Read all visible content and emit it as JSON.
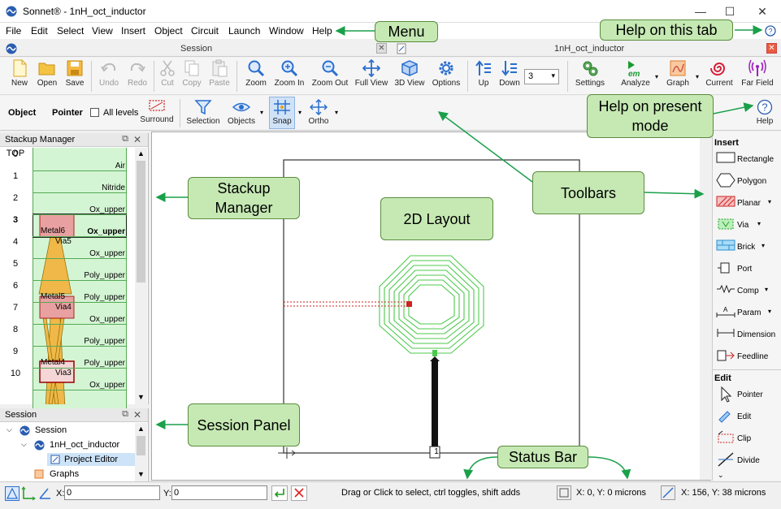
{
  "window": {
    "title": "Sonnet® - 1nH_oct_inductor",
    "min": "—",
    "max": "☐",
    "close": "✕"
  },
  "menu": [
    "File",
    "Edit",
    "Select",
    "View",
    "Insert",
    "Object",
    "Circuit",
    "Launch",
    "Window",
    "Help"
  ],
  "tabs": {
    "session_title": "Session",
    "doc_title": "1nH_oct_inductor"
  },
  "toolbar": {
    "new": "New",
    "open": "Open",
    "save": "Save",
    "undo": "Undo",
    "redo": "Redo",
    "cut": "Cut",
    "copy": "Copy",
    "paste": "Paste",
    "zoom": "Zoom",
    "zoom_in": "Zoom In",
    "zoom_out": "Zoom Out",
    "full_view": "Full View",
    "view3d": "3D View",
    "options": "Options",
    "up": "Up",
    "down": "Down",
    "level": "3",
    "settings": "Settings",
    "analyze": "Analyze",
    "graph": "Graph",
    "current": "Current",
    "far_field": "Far Field"
  },
  "toolbar2": {
    "object": "Object",
    "pointer": "Pointer",
    "all_levels": "All levels",
    "surround": "Surround",
    "selection": "Selection",
    "objects": "Objects",
    "snap": "Snap",
    "ortho": "Ortho",
    "help": "Help"
  },
  "stackup": {
    "title": "Stackup Manager",
    "top": "TOP",
    "layers": [
      {
        "num": "0",
        "name": "Air"
      },
      {
        "num": "1",
        "name": "Nitride"
      },
      {
        "num": "2",
        "name": "Ox_upper"
      },
      {
        "num": "3",
        "name": "Ox_upper"
      },
      {
        "num": "4",
        "name": "Ox_upper"
      },
      {
        "num": "5",
        "name": "Poly_upper"
      },
      {
        "num": "6",
        "name": "Poly_upper"
      },
      {
        "num": "7",
        "name": "Ox_upper"
      },
      {
        "num": "8",
        "name": "Poly_upper"
      },
      {
        "num": "9",
        "name": "Poly_upper"
      },
      {
        "num": "10",
        "name": "Ox_upper"
      }
    ],
    "metals": {
      "m6": "Metal6",
      "m5": "Metal5",
      "m4": "Metal4",
      "v5": "Via5",
      "v4": "Via4",
      "v3": "Via3"
    }
  },
  "session": {
    "title": "Session",
    "root": "Session",
    "project": "1nH_oct_inductor",
    "editor": "Project Editor",
    "graphs": "Graphs"
  },
  "insert_panel": {
    "insert_head": "Insert",
    "items": [
      "Rectangle",
      "Polygon",
      "Planar",
      "Via",
      "Brick",
      "Port",
      "Comp",
      "Param",
      "Dimension",
      "Feedline"
    ],
    "edit_head": "Edit",
    "edit_items": [
      "Pointer",
      "Edit",
      "Clip",
      "Divide"
    ]
  },
  "status": {
    "x_label": "X:",
    "x_val": "0",
    "y_label": "Y:",
    "y_val": "0",
    "message": "Drag or Click to select, ctrl toggles, shift adds",
    "coord1": "X: 0, Y: 0 microns",
    "coord2": "X: 156, Y: 38 microns"
  },
  "canvas": {
    "port_label": "1"
  },
  "callouts": {
    "menu": "Menu",
    "help_tab": "Help on this tab",
    "help_mode": "Help on present mode",
    "stackup": "Stackup Manager",
    "layout": "2D Layout",
    "toolbars": "Toolbars",
    "session": "Session Panel",
    "statusbar": "Status Bar"
  },
  "colors": {
    "accent": "#2a5db0",
    "callout_fill": "#c6e9b4",
    "callout_border": "#5b8c3e",
    "arrow": "#1aa04a",
    "metal": "#e8a0a0",
    "via": "#f0b848",
    "inductor": "#4cc94c"
  }
}
